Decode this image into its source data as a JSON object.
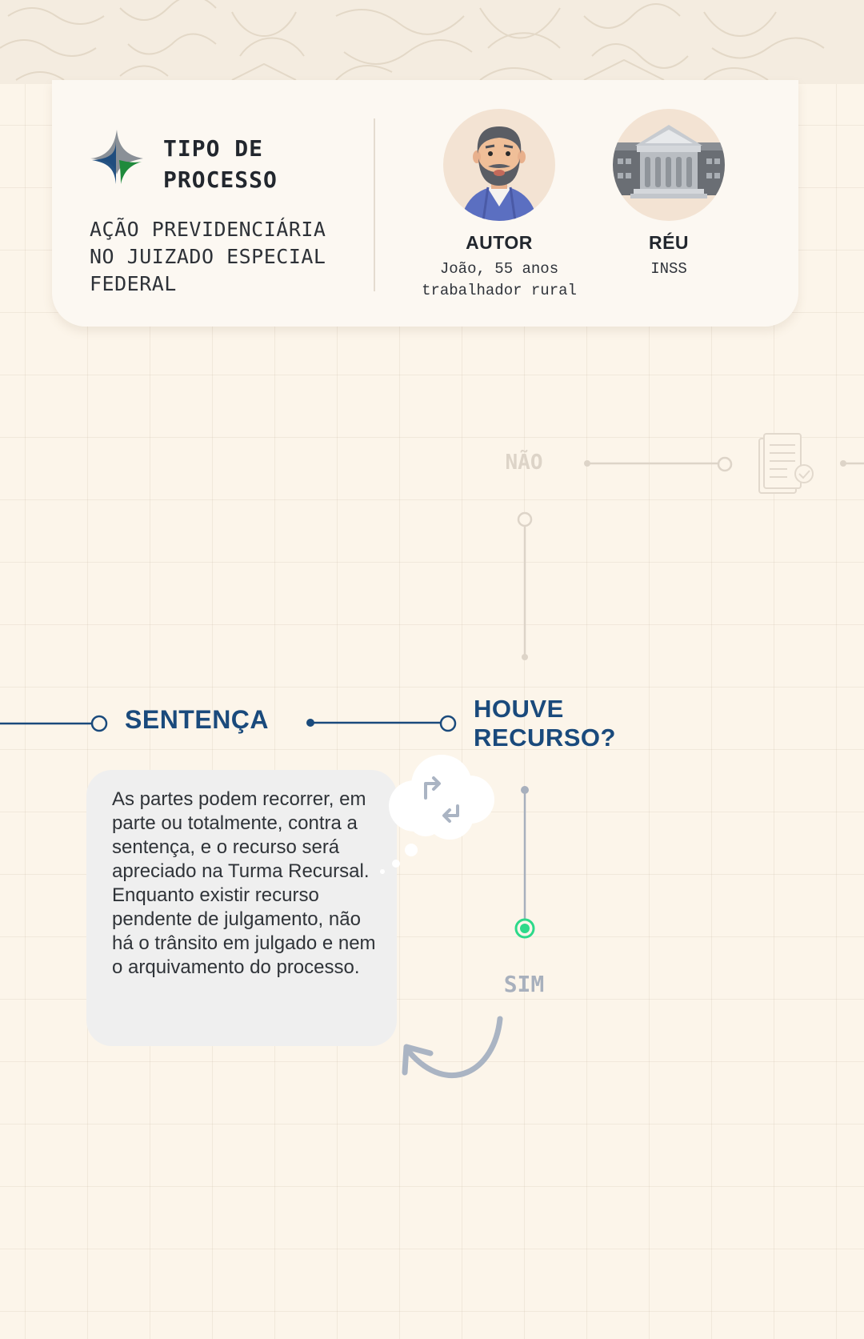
{
  "case_card": {
    "type_title": "TIPO DE\nPROCESSO",
    "type_description": "AÇÃO PREVIDENCIÁRIA\nNO JUIZADO ESPECIAL\nFEDERAL",
    "parties": {
      "autor": {
        "role": "AUTOR",
        "description": "João, 55 anos\ntrabalhador rural"
      },
      "reu": {
        "role": "RÉU",
        "description": "INSS"
      }
    }
  },
  "flowchart": {
    "steps": {
      "sentenca": "SENTENÇA",
      "question": "HOUVE\nRECURSO?"
    },
    "branches": {
      "no": "NÃO",
      "yes": "SIM"
    },
    "explanation": "As partes podem recorrer, em parte ou totalmente, contra a sentença, e o recurso será apreciado na Turma Recursal. Enquanto existir recurso pendente de julgamento, não há o trânsito em julgado e nem o arquivamento do processo."
  },
  "colors": {
    "background": "#fcf5ea",
    "primary_blue": "#1a4a7c",
    "yes_green": "#2dd98a",
    "inactive_gray": "#ddd4c8",
    "arrow_gray": "#aab4c3"
  },
  "icons": [
    "process-logo-icon",
    "document-check-icon",
    "redirect-arrows-icon"
  ]
}
